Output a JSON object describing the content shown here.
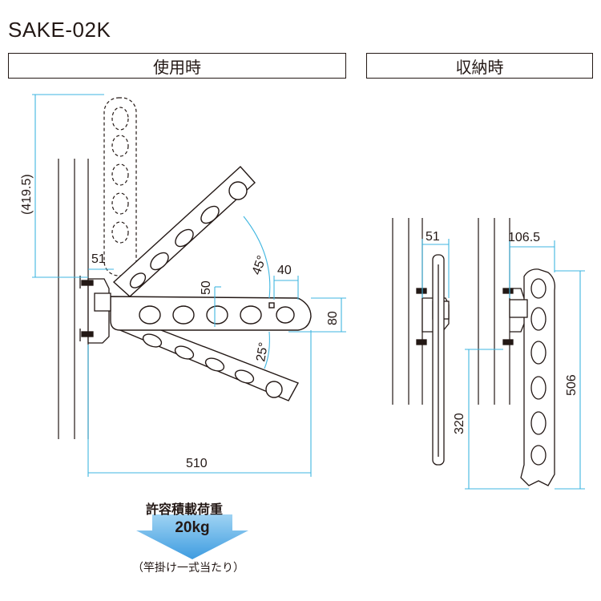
{
  "model": "SAKE-02K",
  "headers": {
    "in_use": "使用時",
    "stored": "収納時"
  },
  "dims": {
    "height_raised": "(419.5)",
    "wall_offset_left": "51",
    "angle_up": "45°",
    "angle_down": "25°",
    "arm_rise": "50",
    "tip_offset": "40",
    "arm_height": "80",
    "arm_length": "510",
    "wall_offset_stored": "51",
    "depth_stored": "106.5",
    "length_stored": "506",
    "rod_drop": "320"
  },
  "load": {
    "title": "許容積載荷重",
    "value": "20kg",
    "note": "（竿掛け一式当たり）"
  },
  "colors": {
    "dimension": "#3fb6e0",
    "arrow": "#63b3e8",
    "line": "#231815"
  }
}
